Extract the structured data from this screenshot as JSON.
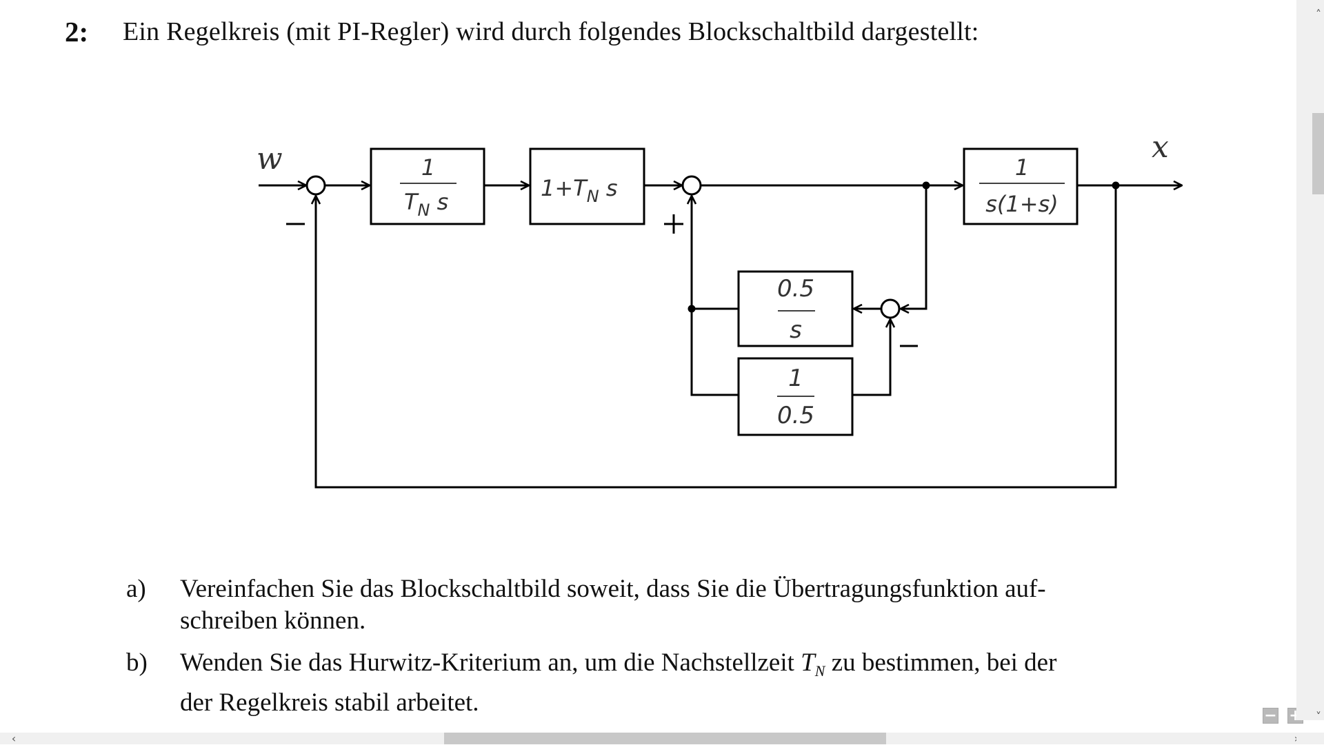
{
  "task": {
    "number": "2:",
    "intro": "Ein Regelkreis (mit PI-Regler) wird durch folgendes Blockschaltbild dargestellt:"
  },
  "diagram": {
    "input_label": "w",
    "output_label": "x",
    "blocks": {
      "integrator": {
        "numerator": "1",
        "denominator_main": "T",
        "denominator_sub": "N",
        "denominator_tail": " s"
      },
      "pd": {
        "main": "1+T",
        "sub": "N",
        "tail": " s"
      },
      "plant": {
        "numerator": "1",
        "denominator": "s(1+s)"
      },
      "inner_upper": {
        "numerator": "0.5",
        "denominator": "s"
      },
      "inner_lower": {
        "numerator": "1",
        "denominator": "0.5"
      }
    },
    "signs": {
      "main_feedback": "−",
      "inner_sum_plus": "+",
      "inner_sum_minus": "−"
    }
  },
  "items": [
    {
      "marker": "a)",
      "line1": "Vereinfachen Sie das Blockschaltbild soweit, dass Sie die Übertragungsfunktion auf-",
      "line2": "schreiben können."
    },
    {
      "marker": "b)",
      "line1_pre": "Wenden Sie das Hurwitz-Kriterium an, um die Nachstellzeit ",
      "var_main": "T",
      "var_sub": "N",
      "line1_post": " zu bestimmen, bei der",
      "line2": "der Regelkreis stabil arbeitet."
    }
  ],
  "viewer": {
    "zoom_out_label": "−",
    "zoom_in_label": "+",
    "scroll_up": "˄",
    "scroll_down": "˅",
    "scroll_left": "‹",
    "scroll_right": "›",
    "vertical_scroll_position": 0.14,
    "horizontal_scroll_position": 0.34
  }
}
